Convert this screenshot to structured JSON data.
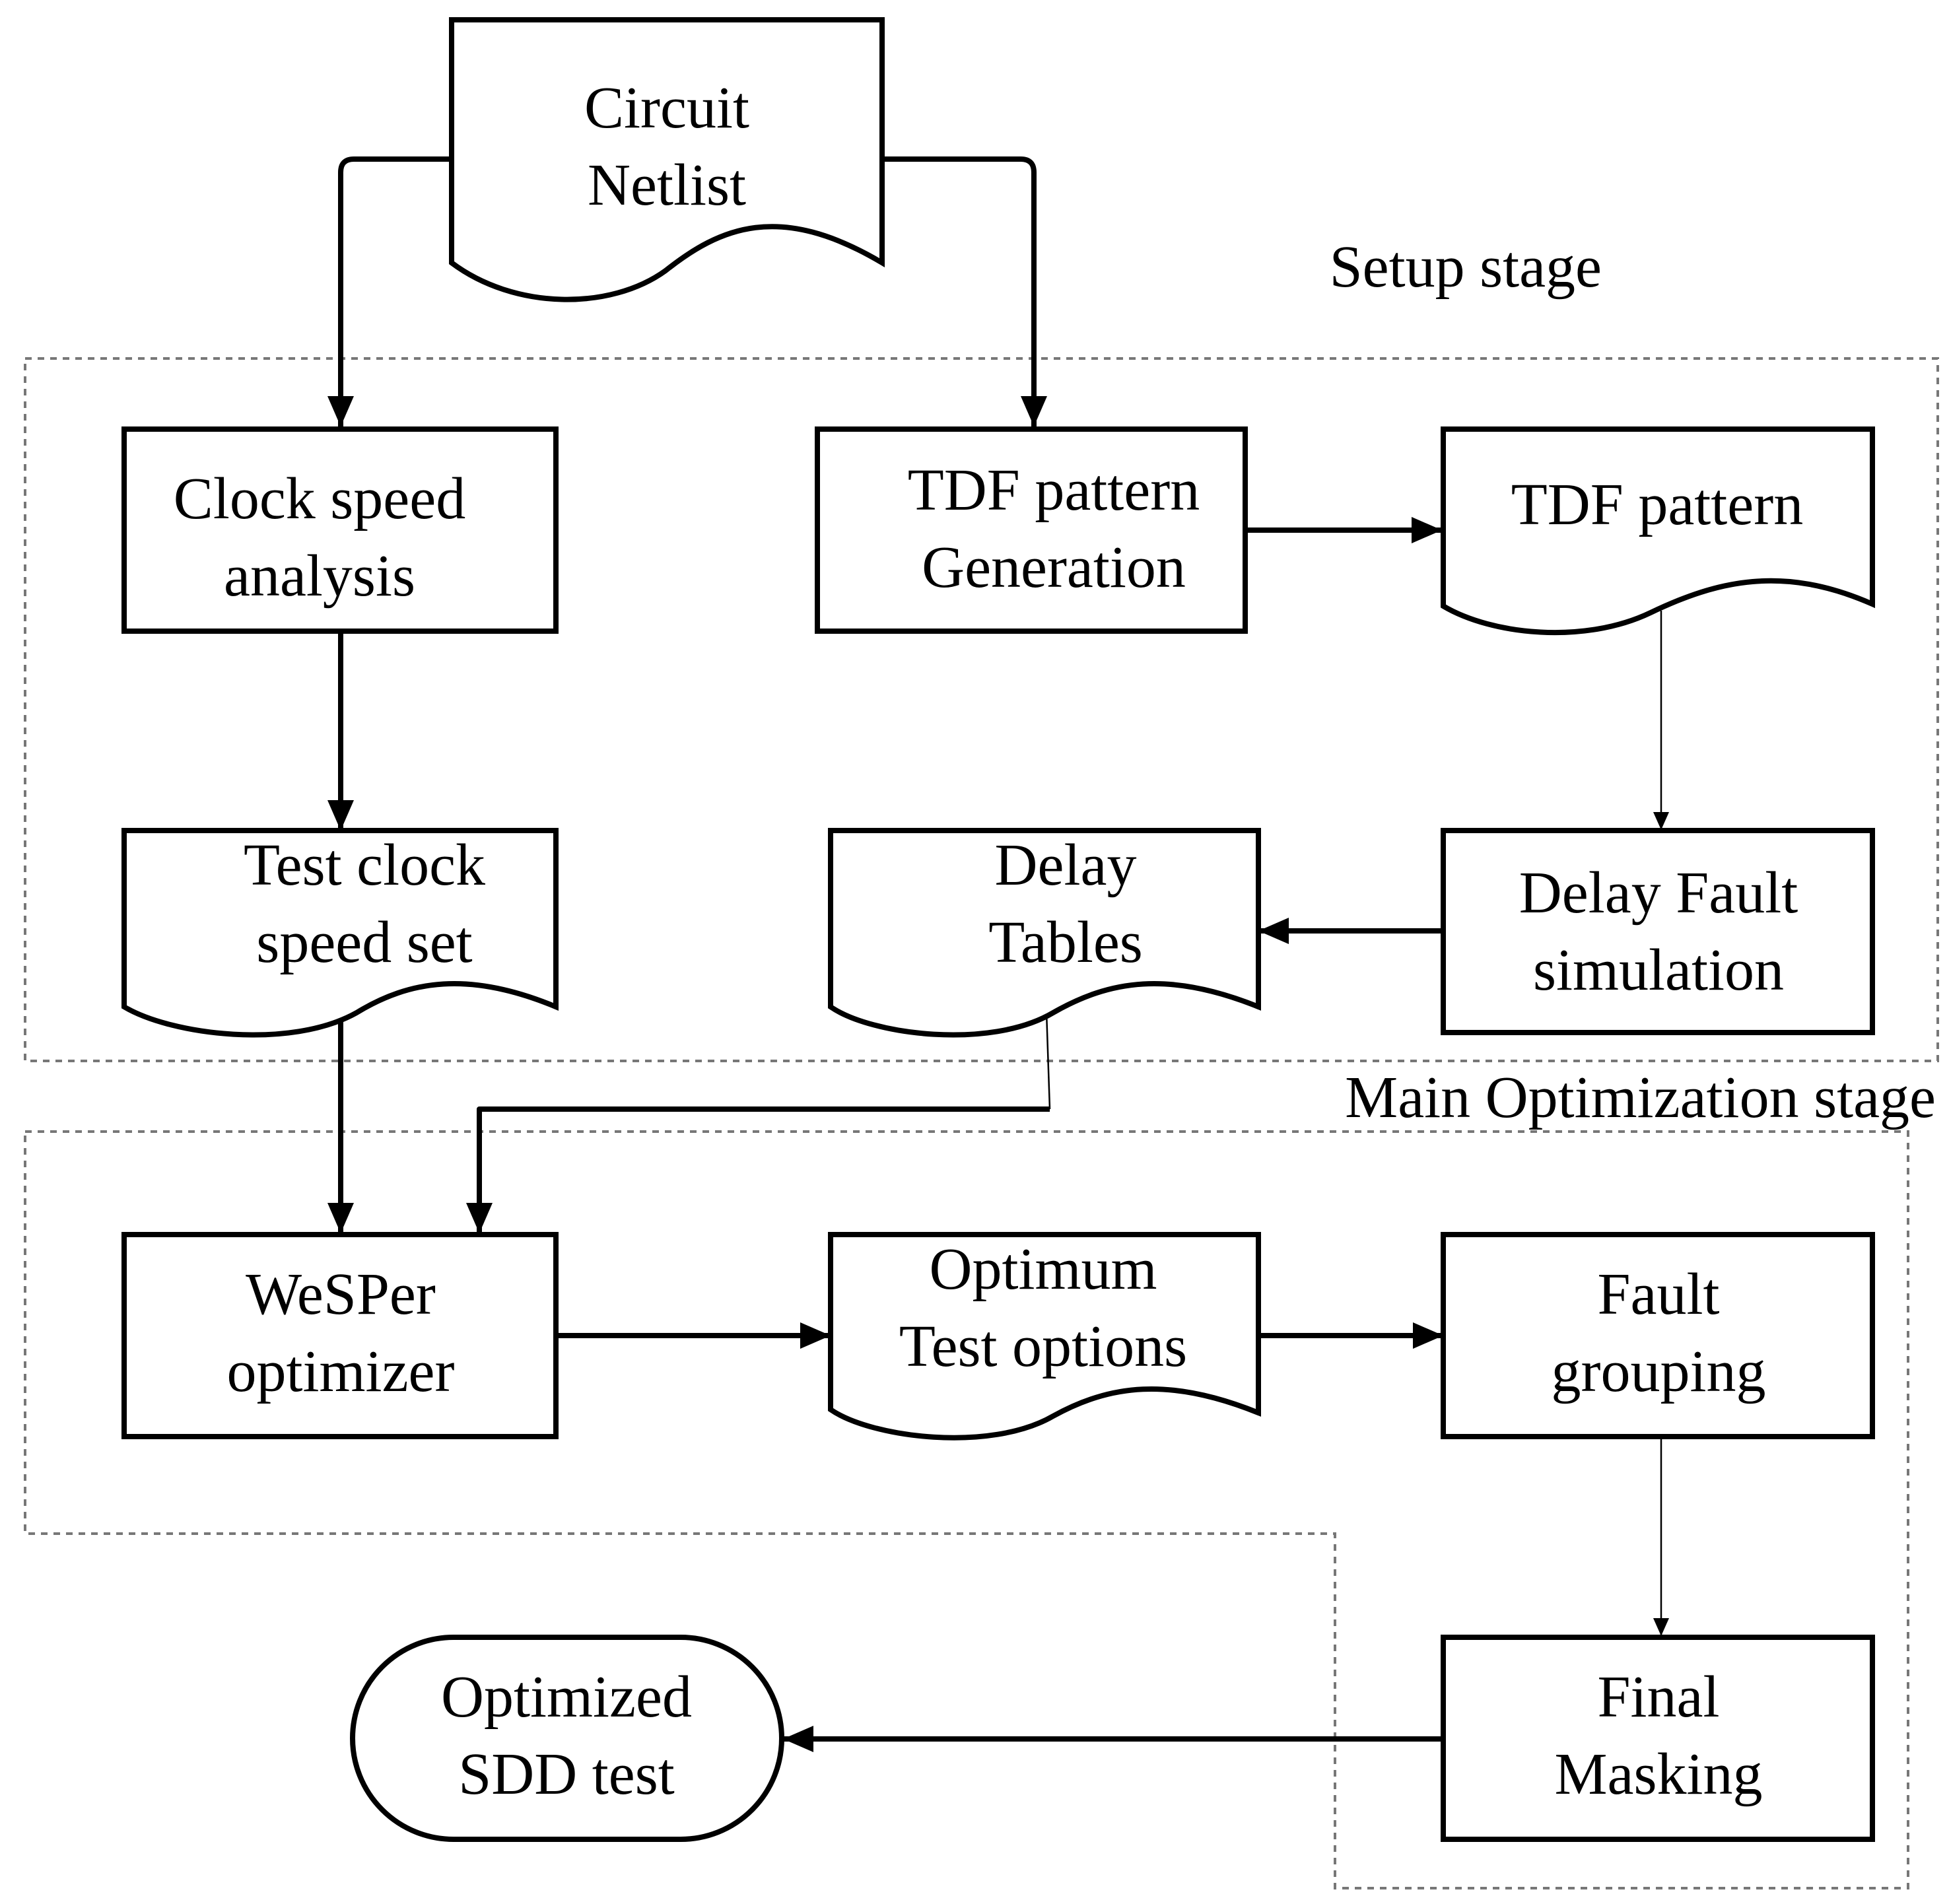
{
  "regions": {
    "setup": {
      "label": "Setup stage"
    },
    "optimization": {
      "label": "Main Optimization stage"
    }
  },
  "nodes": {
    "circuit_netlist": {
      "shape": "document",
      "lines": [
        "Circuit",
        "Netlist"
      ]
    },
    "clock_speed_analysis": {
      "shape": "process",
      "lines": [
        "Clock speed",
        "analysis"
      ]
    },
    "tdf_pattern_generation": {
      "shape": "process",
      "lines": [
        "TDF pattern",
        "Generation"
      ]
    },
    "tdf_pattern": {
      "shape": "document",
      "lines": [
        "TDF pattern"
      ]
    },
    "test_clock_speed_set": {
      "shape": "document",
      "lines": [
        "Test clock",
        "speed set"
      ]
    },
    "delay_tables": {
      "shape": "document",
      "lines": [
        "Delay",
        "Tables"
      ]
    },
    "delay_fault_simulation": {
      "shape": "process",
      "lines": [
        "Delay Fault",
        "simulation"
      ]
    },
    "wesper_optimizer": {
      "shape": "process",
      "lines": [
        "WeSPer",
        "optimizer"
      ]
    },
    "optimum_test_options": {
      "shape": "document",
      "lines": [
        "Optimum",
        "Test options"
      ]
    },
    "fault_grouping": {
      "shape": "process",
      "lines": [
        "Fault",
        "grouping"
      ]
    },
    "final_masking": {
      "shape": "process",
      "lines": [
        "Final",
        "Masking"
      ]
    },
    "optimized_sdd_test": {
      "shape": "terminator",
      "lines": [
        "Optimized",
        "SDD test"
      ]
    }
  },
  "edges": [
    {
      "from": "circuit_netlist",
      "to": "clock_speed_analysis"
    },
    {
      "from": "circuit_netlist",
      "to": "tdf_pattern_generation"
    },
    {
      "from": "tdf_pattern_generation",
      "to": "tdf_pattern"
    },
    {
      "from": "tdf_pattern",
      "to": "delay_fault_simulation"
    },
    {
      "from": "delay_fault_simulation",
      "to": "delay_tables"
    },
    {
      "from": "clock_speed_analysis",
      "to": "test_clock_speed_set"
    },
    {
      "from": "test_clock_speed_set",
      "to": "wesper_optimizer"
    },
    {
      "from": "delay_tables",
      "to": "wesper_optimizer"
    },
    {
      "from": "wesper_optimizer",
      "to": "optimum_test_options"
    },
    {
      "from": "optimum_test_options",
      "to": "fault_grouping"
    },
    {
      "from": "fault_grouping",
      "to": "final_masking"
    },
    {
      "from": "final_masking",
      "to": "optimized_sdd_test"
    }
  ]
}
